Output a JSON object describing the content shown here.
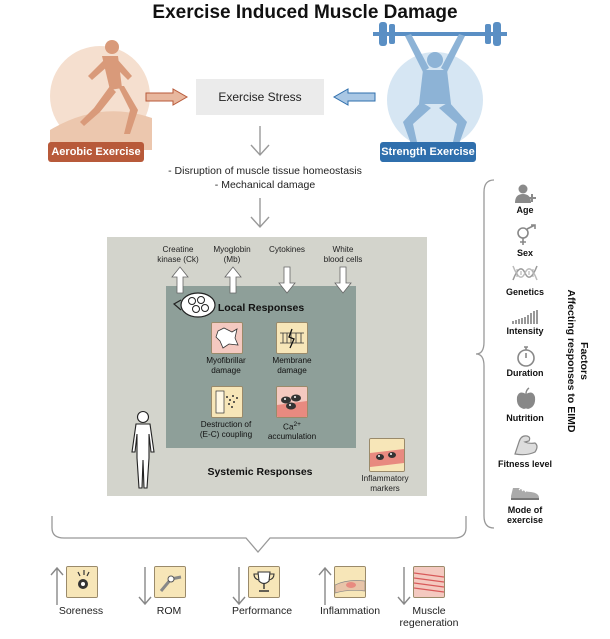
{
  "title": "Exercise Induced Muscle Damage",
  "aerobic_label": "Aerobic Exercise",
  "strength_label": "Strength Exercise",
  "stress_label": "Exercise Stress",
  "disruption": [
    "- Disruption of muscle tissue homeostasis",
    "- Mechanical damage"
  ],
  "blood_markers": [
    {
      "label": "Creatine\nkinase (Ck)",
      "direction": "up"
    },
    {
      "label": "Myoglobin\n(Mb)",
      "direction": "up"
    },
    {
      "label": "Cytokines",
      "direction": "down"
    },
    {
      "label": "White\nblood cells",
      "direction": "down"
    }
  ],
  "local_title": "Local Responses",
  "local_items": [
    {
      "label": "Myofibrillar\ndamage",
      "icon": "myofibril-icon"
    },
    {
      "label": "Membrane\ndamage",
      "icon": "membrane-icon"
    },
    {
      "label": "Destruction of\n(E-C) coupling",
      "icon": "coupling-icon"
    },
    {
      "label": "Ca",
      "icon": "calcium-icon"
    }
  ],
  "ca_sup": "2+",
  "ca_rest": "accumulation",
  "systemic_title": "Systemic Responses",
  "inflammatory_label": "Inflammatory\nmarkers",
  "factors_title": [
    "Factors",
    "Affecting responses to EIMD"
  ],
  "factors": [
    {
      "label": "Age",
      "icon": "person-plus-icon"
    },
    {
      "label": "Sex",
      "icon": "gender-icon"
    },
    {
      "label": "Genetics",
      "icon": "dna-icon"
    },
    {
      "label": "Intensity",
      "icon": "bars-icon"
    },
    {
      "label": "Duration",
      "icon": "stopwatch-icon"
    },
    {
      "label": "Nutrition",
      "icon": "apple-icon"
    },
    {
      "label": "Fitness level",
      "icon": "arm-icon"
    },
    {
      "label": "Mode of\nexercise",
      "icon": "shoe-icon"
    }
  ],
  "outcomes": [
    {
      "label": "Soreness",
      "direction": "up",
      "icon": "soreness-icon"
    },
    {
      "label": "ROM",
      "direction": "down",
      "icon": "joint-icon"
    },
    {
      "label": "Performance",
      "direction": "down",
      "icon": "trophy-icon"
    },
    {
      "label": "Inflammation",
      "direction": "up",
      "icon": "inflamed-arm-icon"
    },
    {
      "label": "Muscle\nregeneration",
      "direction": "down",
      "icon": "muscle-fibre-icon"
    }
  ],
  "colors": {
    "aerobic": "#b85a3a",
    "aerobic_light": "#f5dfcf",
    "strength": "#2f6fad",
    "strength_light": "#d6e6f3",
    "panel": "#d3d4cc",
    "inner": "#8e9f99",
    "card": "#f7e6b8"
  }
}
